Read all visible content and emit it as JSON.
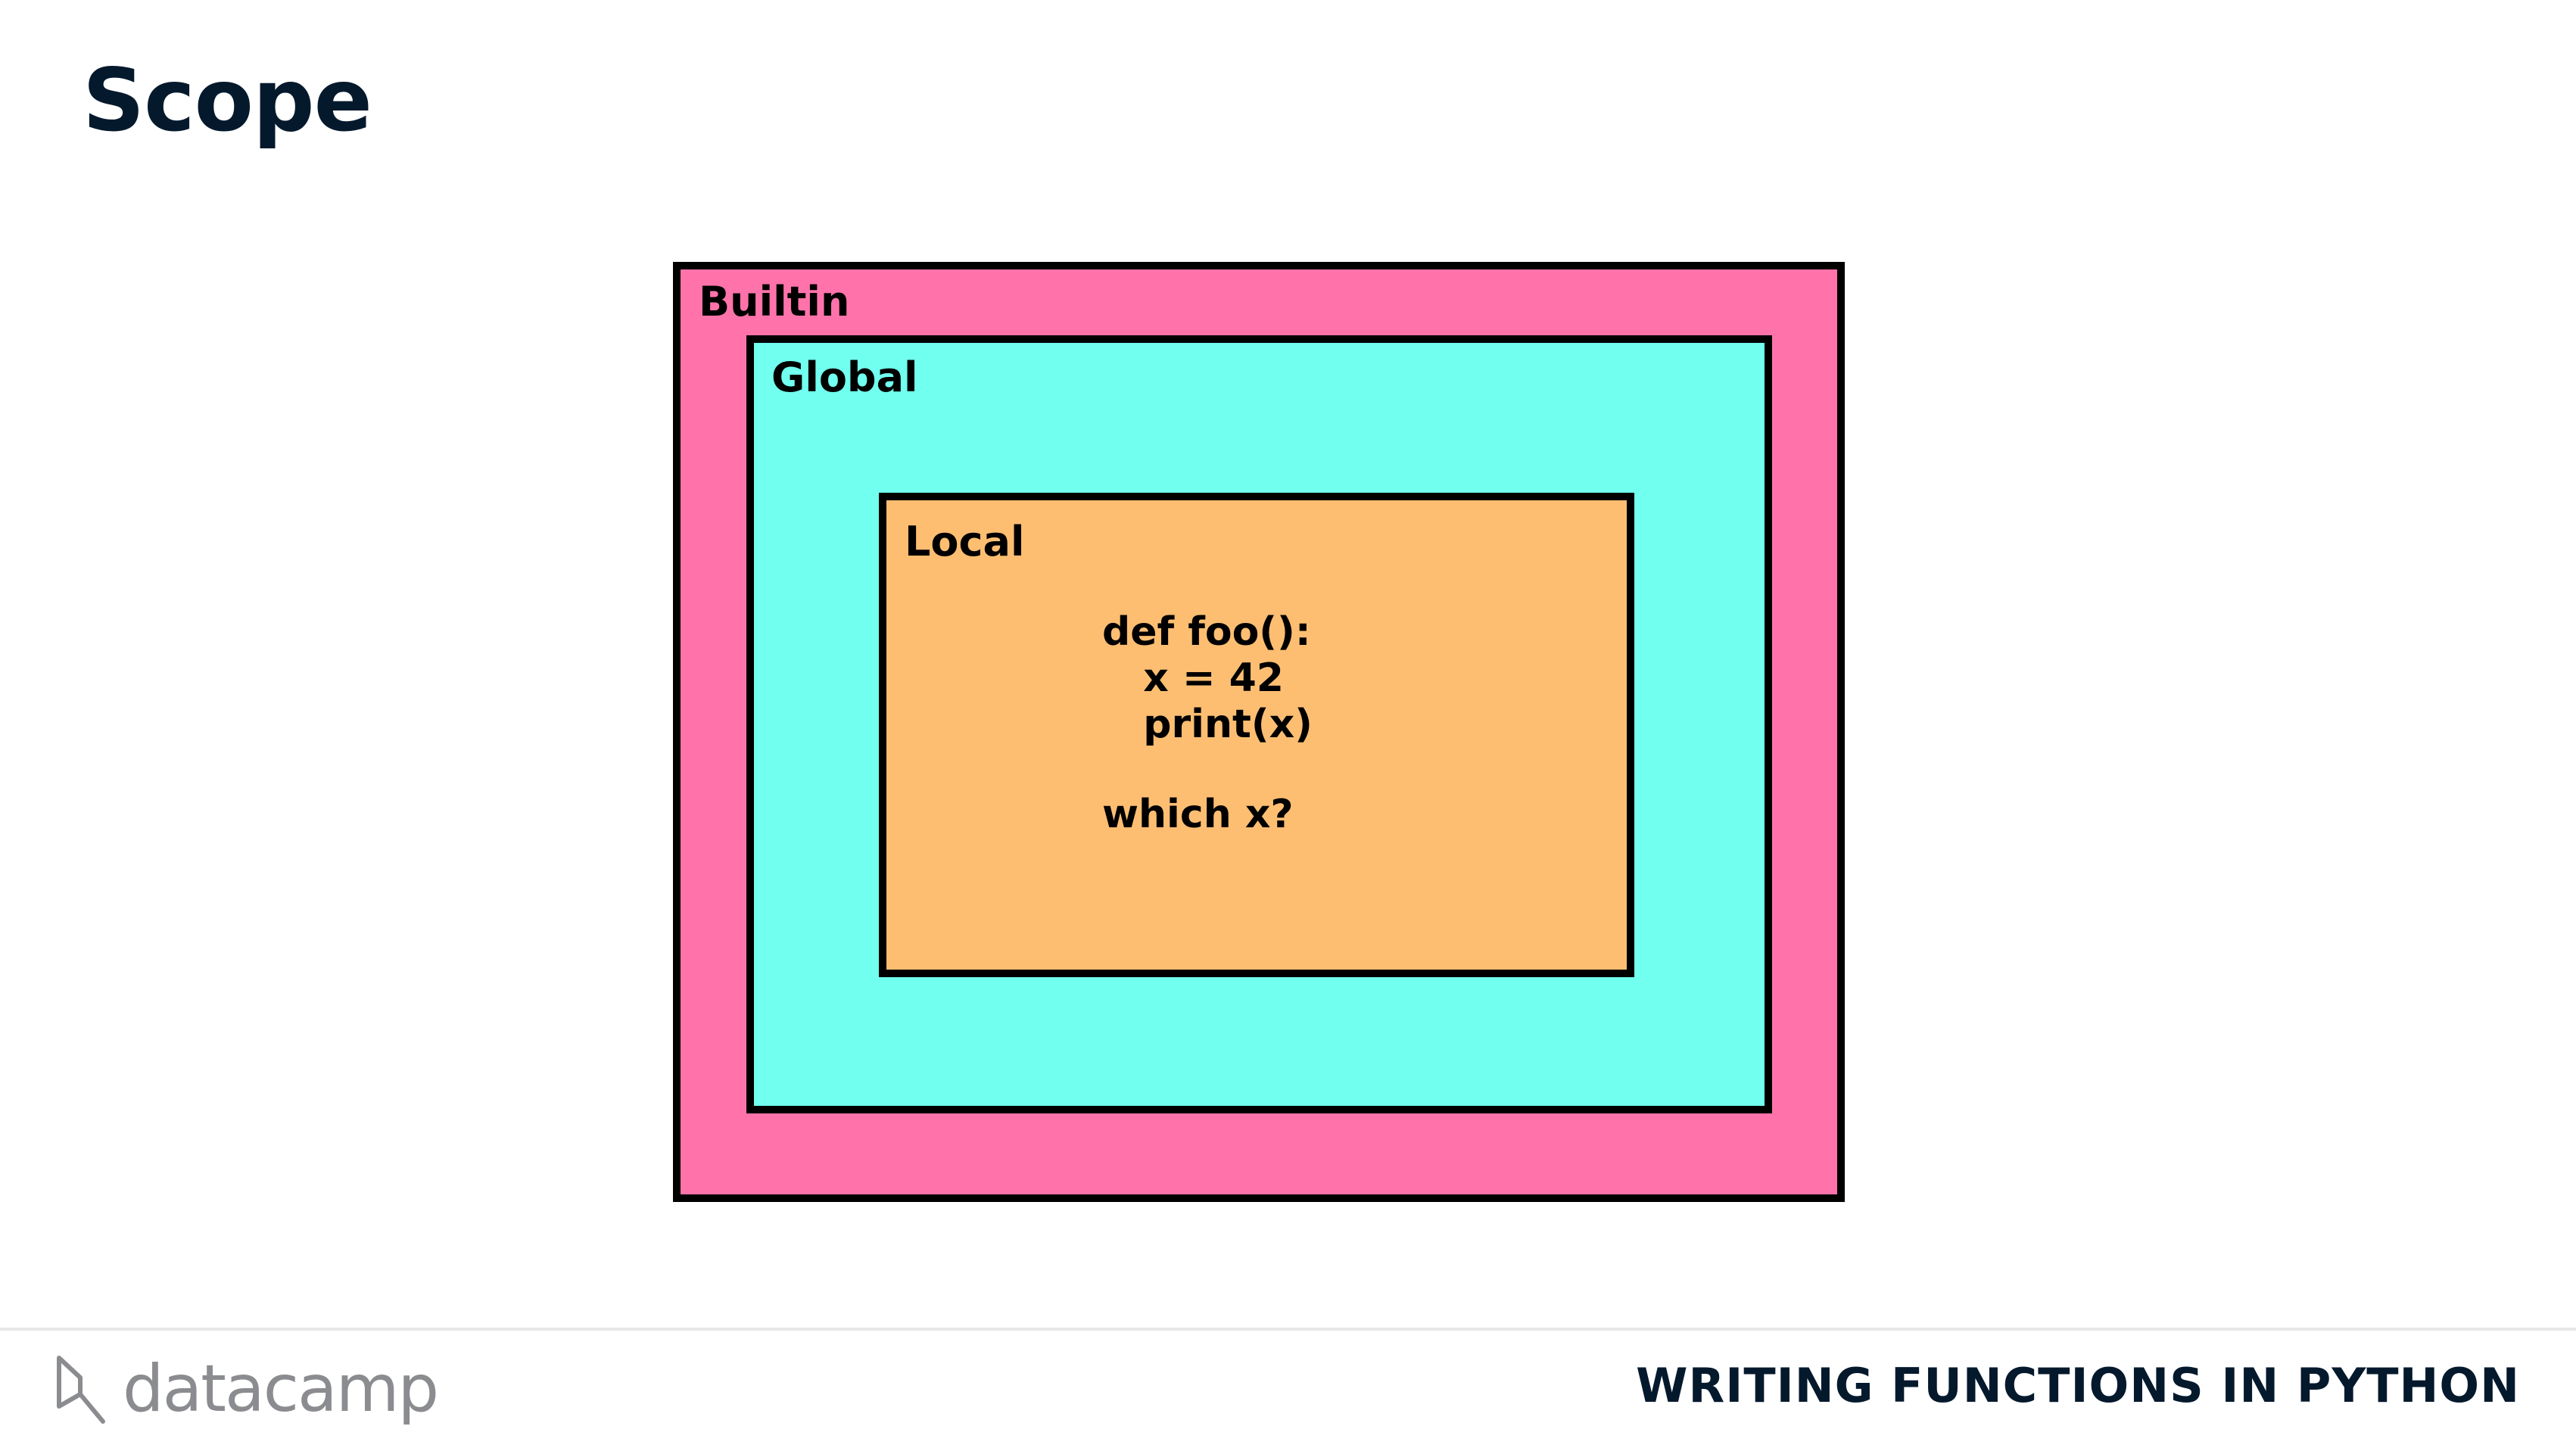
{
  "page": {
    "title": "Scope"
  },
  "diagram": {
    "builtin_label": "Builtin",
    "global_label": "Global",
    "local_label": "Local",
    "code": "def foo():\n   x = 42\n   print(x)",
    "question": "which x?",
    "colors": {
      "builtin": "#ff73aa",
      "global": "#71ffef",
      "local": "#fdbe72",
      "border": "#000000"
    }
  },
  "footer": {
    "logo_text": "datacamp",
    "logo_icon": "datacamp-logo-icon",
    "course_title": "WRITING FUNCTIONS IN PYTHON"
  }
}
